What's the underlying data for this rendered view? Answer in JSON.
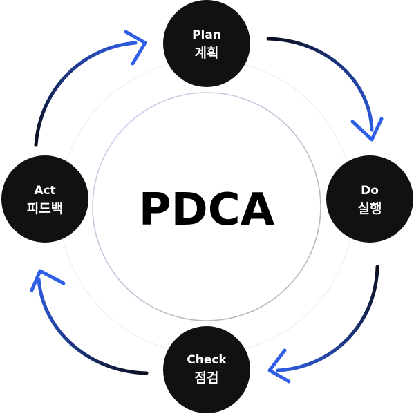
{
  "center": {
    "title": "PDCA"
  },
  "stages": [
    {
      "id": "plan",
      "title": "Plan",
      "subtitle": "계획"
    },
    {
      "id": "do",
      "title": "Do",
      "subtitle": "실행"
    },
    {
      "id": "check",
      "title": "Check",
      "subtitle": "점검"
    },
    {
      "id": "act",
      "title": "Act",
      "subtitle": "피드백"
    }
  ],
  "colors": {
    "node_fill": "#111111",
    "node_text": "#ffffff",
    "arrow_dark": "#0b0f1e",
    "arrow_blue": "#2f5fe6",
    "ring_outer": "#eeeeee",
    "ring_inner_start": "#c9d3f2",
    "ring_inner_end": "#b3b3b3",
    "center_text": "#000000"
  }
}
